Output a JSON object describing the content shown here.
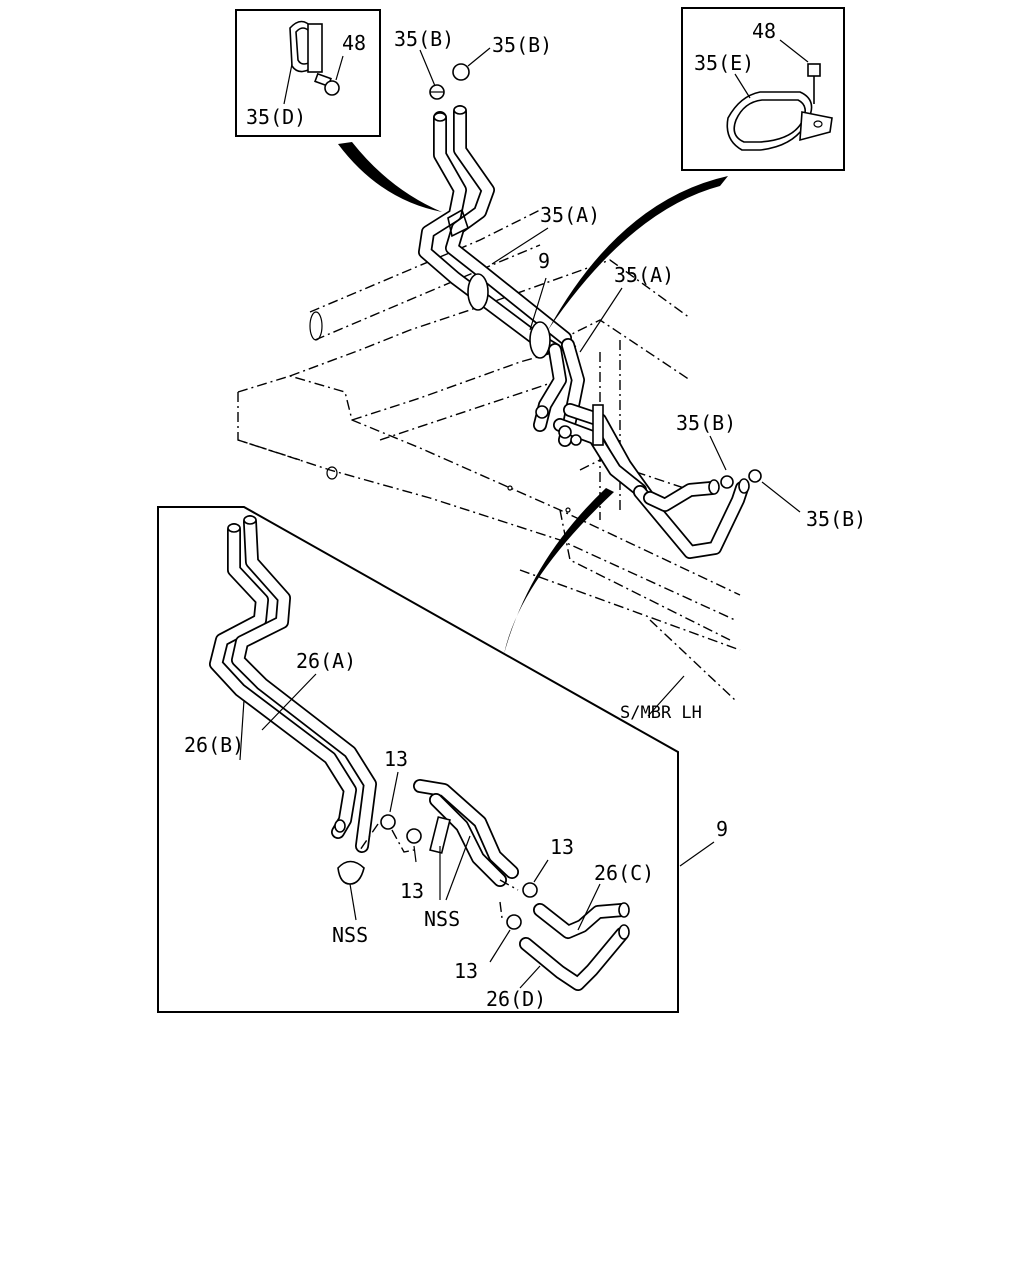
{
  "callouts": {
    "inset_clip_d": {
      "part": "35(D)",
      "bolt": "48"
    },
    "inset_clip_e": {
      "part": "35(E)",
      "bolt": "48"
    },
    "top_left_clamp": "35(B)",
    "top_right_clamp": "35(B)",
    "band_upper": "35(A)",
    "pipe_main": "9",
    "band_lower": "35(A)",
    "rear_clamp_upper": "35(B)",
    "rear_clamp_lower": "35(B)",
    "frame_label": "S/MBR LH"
  },
  "detail": {
    "assembly": "9",
    "hose_a": "26(A)",
    "hose_b": "26(B)",
    "hose_c": "26(C)",
    "hose_d": "26(D)",
    "clip_1": "13",
    "clip_2": "13",
    "clip_3": "13",
    "clip_4": "13",
    "nss_left": "NSS",
    "nss_right": "NSS"
  }
}
